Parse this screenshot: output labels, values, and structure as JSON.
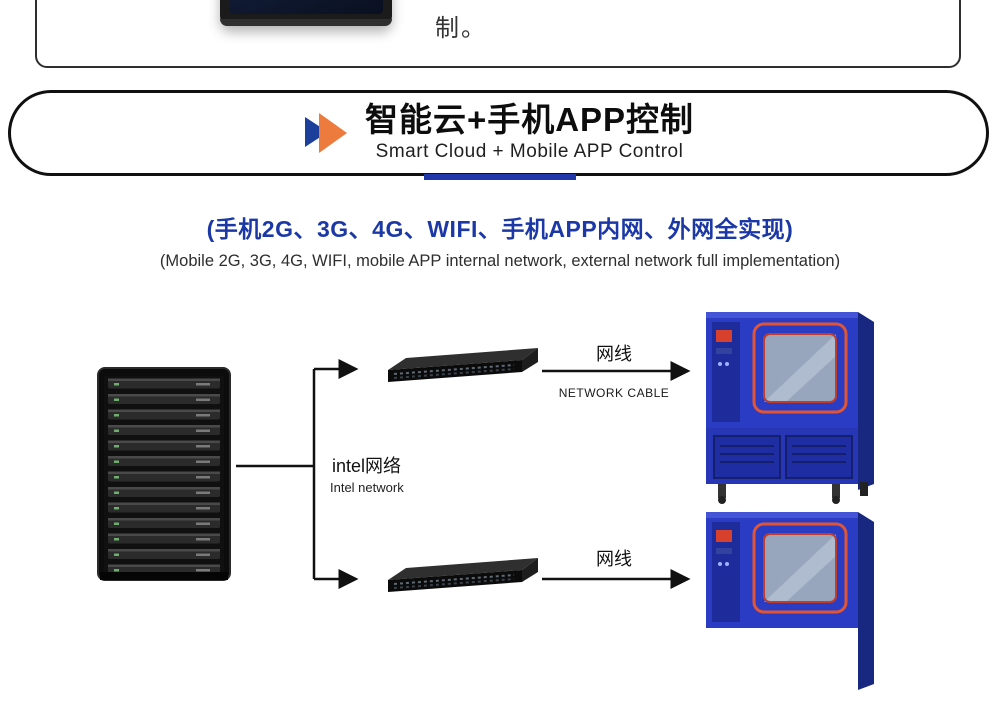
{
  "page": {
    "top_section": {
      "text": "制。"
    },
    "banner": {
      "title": "智能云+手机APP控制",
      "subtitle": "Smart Cloud + Mobile APP Control"
    },
    "subheading": {
      "cn": "(手机2G、3G、4G、WIFI、手机APP内网、外网全实现)",
      "en": "(Mobile 2G, 3G, 4G, WIFI, mobile APP internal network, external network full implementation)"
    },
    "diagram": {
      "server_label": "intel网络",
      "server_label_en": "Intel network",
      "cable_top": {
        "cn": "网线",
        "en": "NETWORK CABLE"
      },
      "cable_bottom": {
        "cn": "网线"
      }
    },
    "colors": {
      "heading_blue": "#1b38a6",
      "divider_blue": "#2136a8",
      "icon_blue": "#1d3f9c",
      "icon_orange": "#ee7b3e",
      "chamber_blue": "#2b3cc4"
    }
  }
}
